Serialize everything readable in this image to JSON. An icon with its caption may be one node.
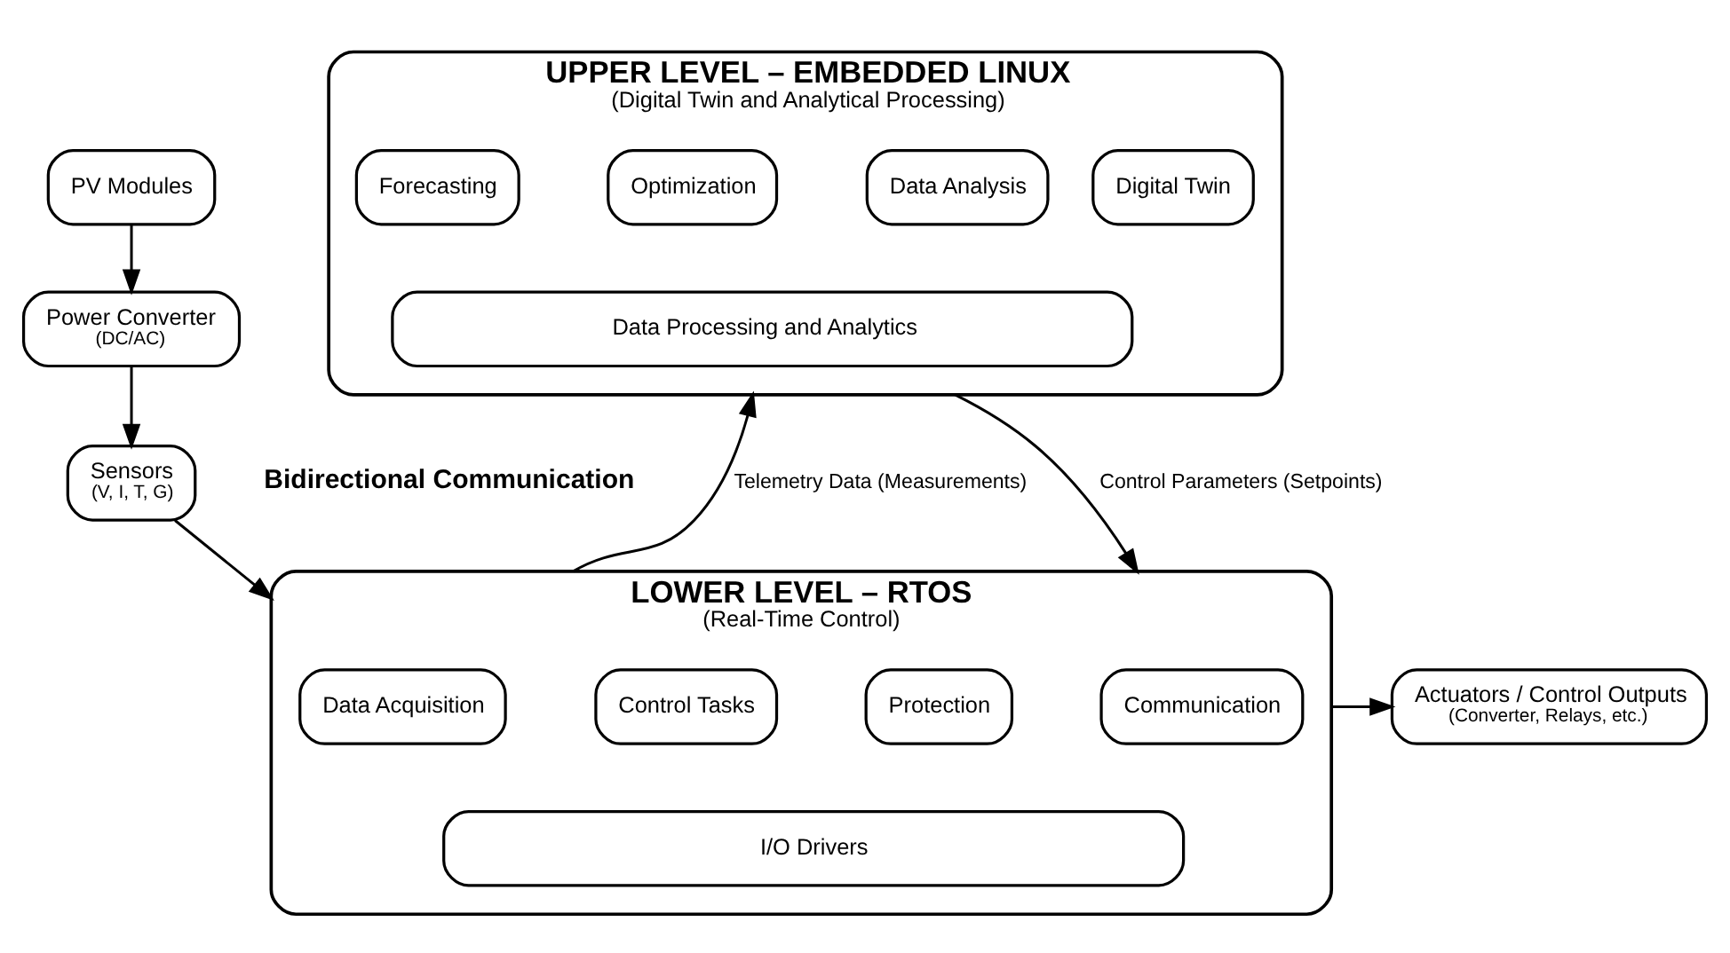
{
  "diagram": {
    "nodes": [
      {
        "text": [
          "PV Modules"
        ]
      },
      {
        "text": [
          "Power Converter",
          "(DC/AC)"
        ]
      },
      {
        "text": [
          "Sensors",
          "(V, I, T, G)"
        ]
      },
      {
        "text": [
          "UPPER LEVEL – EMBEDDED LINUX",
          "(Digital Twin and Analytical Processing)"
        ]
      },
      {
        "text": [
          "Digital Twin"
        ],
        "in": 3
      },
      {
        "text": [
          "Forecasting"
        ],
        "in": 3
      },
      {
        "text": [
          "Optimization"
        ],
        "in": 3
      },
      {
        "text": [
          "Data Analysis"
        ],
        "in": 3
      },
      {
        "text": [
          "Data Processing and Analytics"
        ],
        "in": 3
      },
      {
        "text": [
          "LOWER LEVEL – RTOS",
          "(Real-Time Control)"
        ]
      },
      {
        "text": [
          "Data Acquisition"
        ],
        "in": 9
      },
      {
        "text": [
          "Control Tasks"
        ],
        "in": 9
      },
      {
        "text": [
          "Protection"
        ],
        "in": 9
      },
      {
        "text": [
          "Communication"
        ],
        "in": 9
      },
      {
        "text": [
          "I/O Drivers"
        ],
        "in": 9
      },
      {
        "text": [
          "Actuators / Control Outputs",
          "(Converter, Relays, etc.)"
        ]
      }
    ],
    "edges": [
      {
        "from": 0,
        "to": 1,
        "arrow": "to"
      },
      {
        "from": 1,
        "to": 2,
        "arrow": "to"
      },
      {
        "from": 2,
        "to": 9,
        "arrow": "to"
      },
      {
        "from": 9,
        "to": 3,
        "arrow": "to",
        "label": "Telemetry Data (Measurements)"
      },
      {
        "from": 3,
        "to": 9,
        "arrow": "to",
        "label": "Control Parameters (Setpoints)"
      },
      {
        "from": 9,
        "to": 15,
        "arrow": "to"
      }
    ],
    "labels": [
      "Bidirectional Communication"
    ]
  }
}
